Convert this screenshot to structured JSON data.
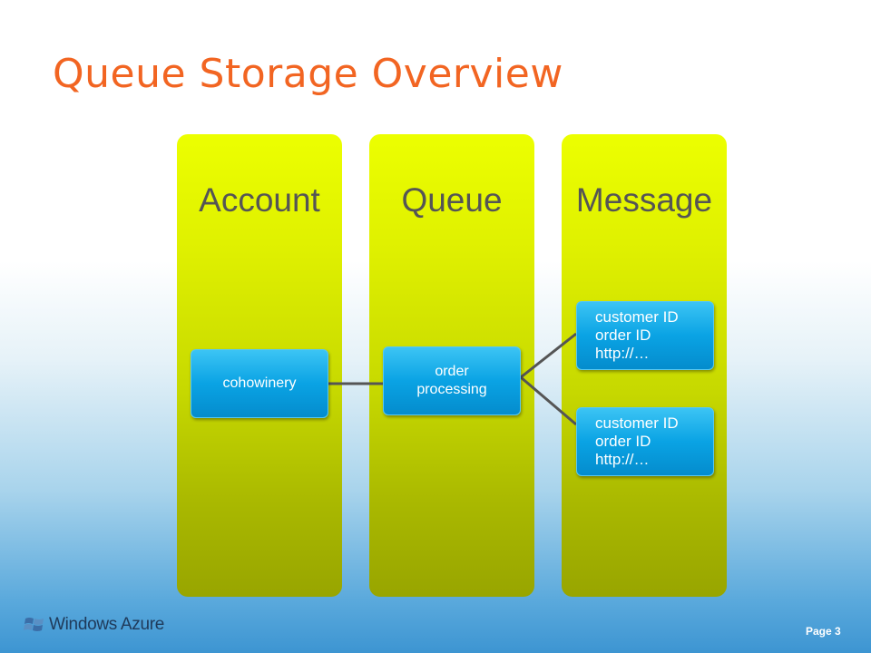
{
  "slide": {
    "title": "Queue Storage Overview"
  },
  "columns": [
    {
      "header": "Account"
    },
    {
      "header": "Queue"
    },
    {
      "header": "Message"
    }
  ],
  "nodes": {
    "account": "cohowinery",
    "queue": [
      "order",
      "processing"
    ],
    "messages": [
      [
        "customer ID",
        "order ID",
        "http://…"
      ],
      [
        "customer ID",
        "order ID",
        "http://…"
      ]
    ]
  },
  "footer": {
    "logo_text": "Windows Azure",
    "page_label": "Page 3"
  },
  "colors": {
    "title": "#f26522",
    "column_fill": "#d4e600",
    "node_fill": "#0aa3e4",
    "connector": "#555555"
  }
}
